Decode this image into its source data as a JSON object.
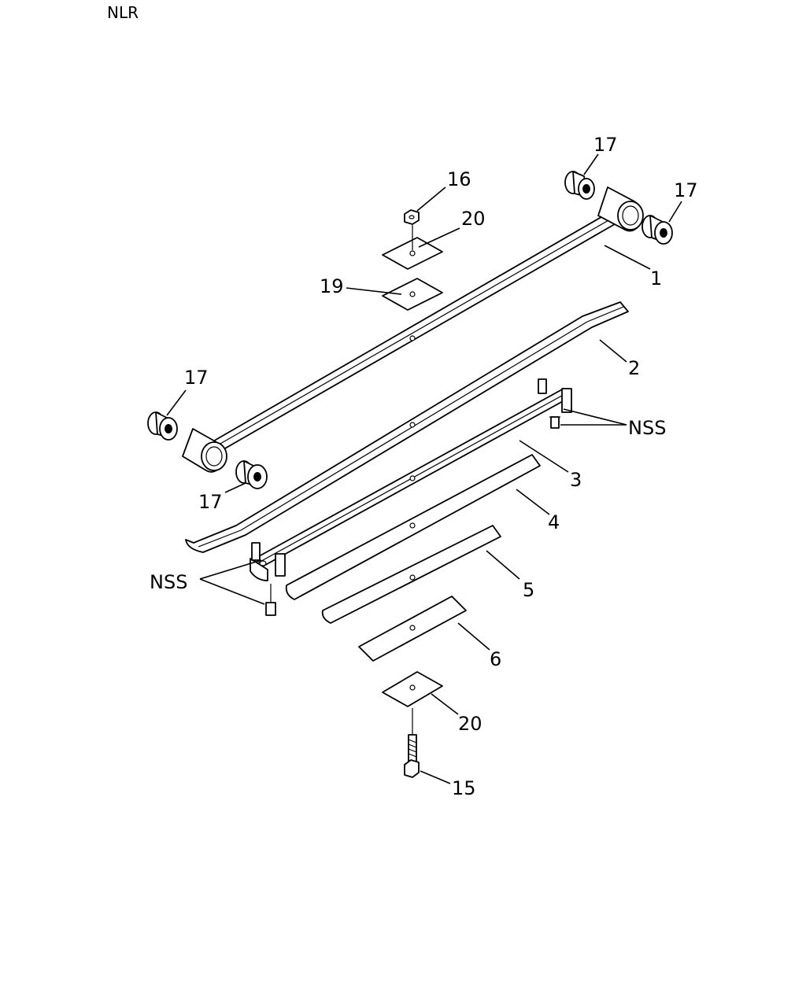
{
  "header": {
    "model_code": "NLR"
  },
  "callouts": {
    "c1": "1",
    "c2": "2",
    "c3": "3",
    "c4": "4",
    "c5": "5",
    "c6": "6",
    "c15": "15",
    "c16": "16",
    "c17a": "17",
    "c17b": "17",
    "c17c": "17",
    "c17d": "17",
    "c19": "19",
    "c20a": "20",
    "c20b": "20",
    "nss_right": "NSS",
    "nss_left": "NSS"
  }
}
